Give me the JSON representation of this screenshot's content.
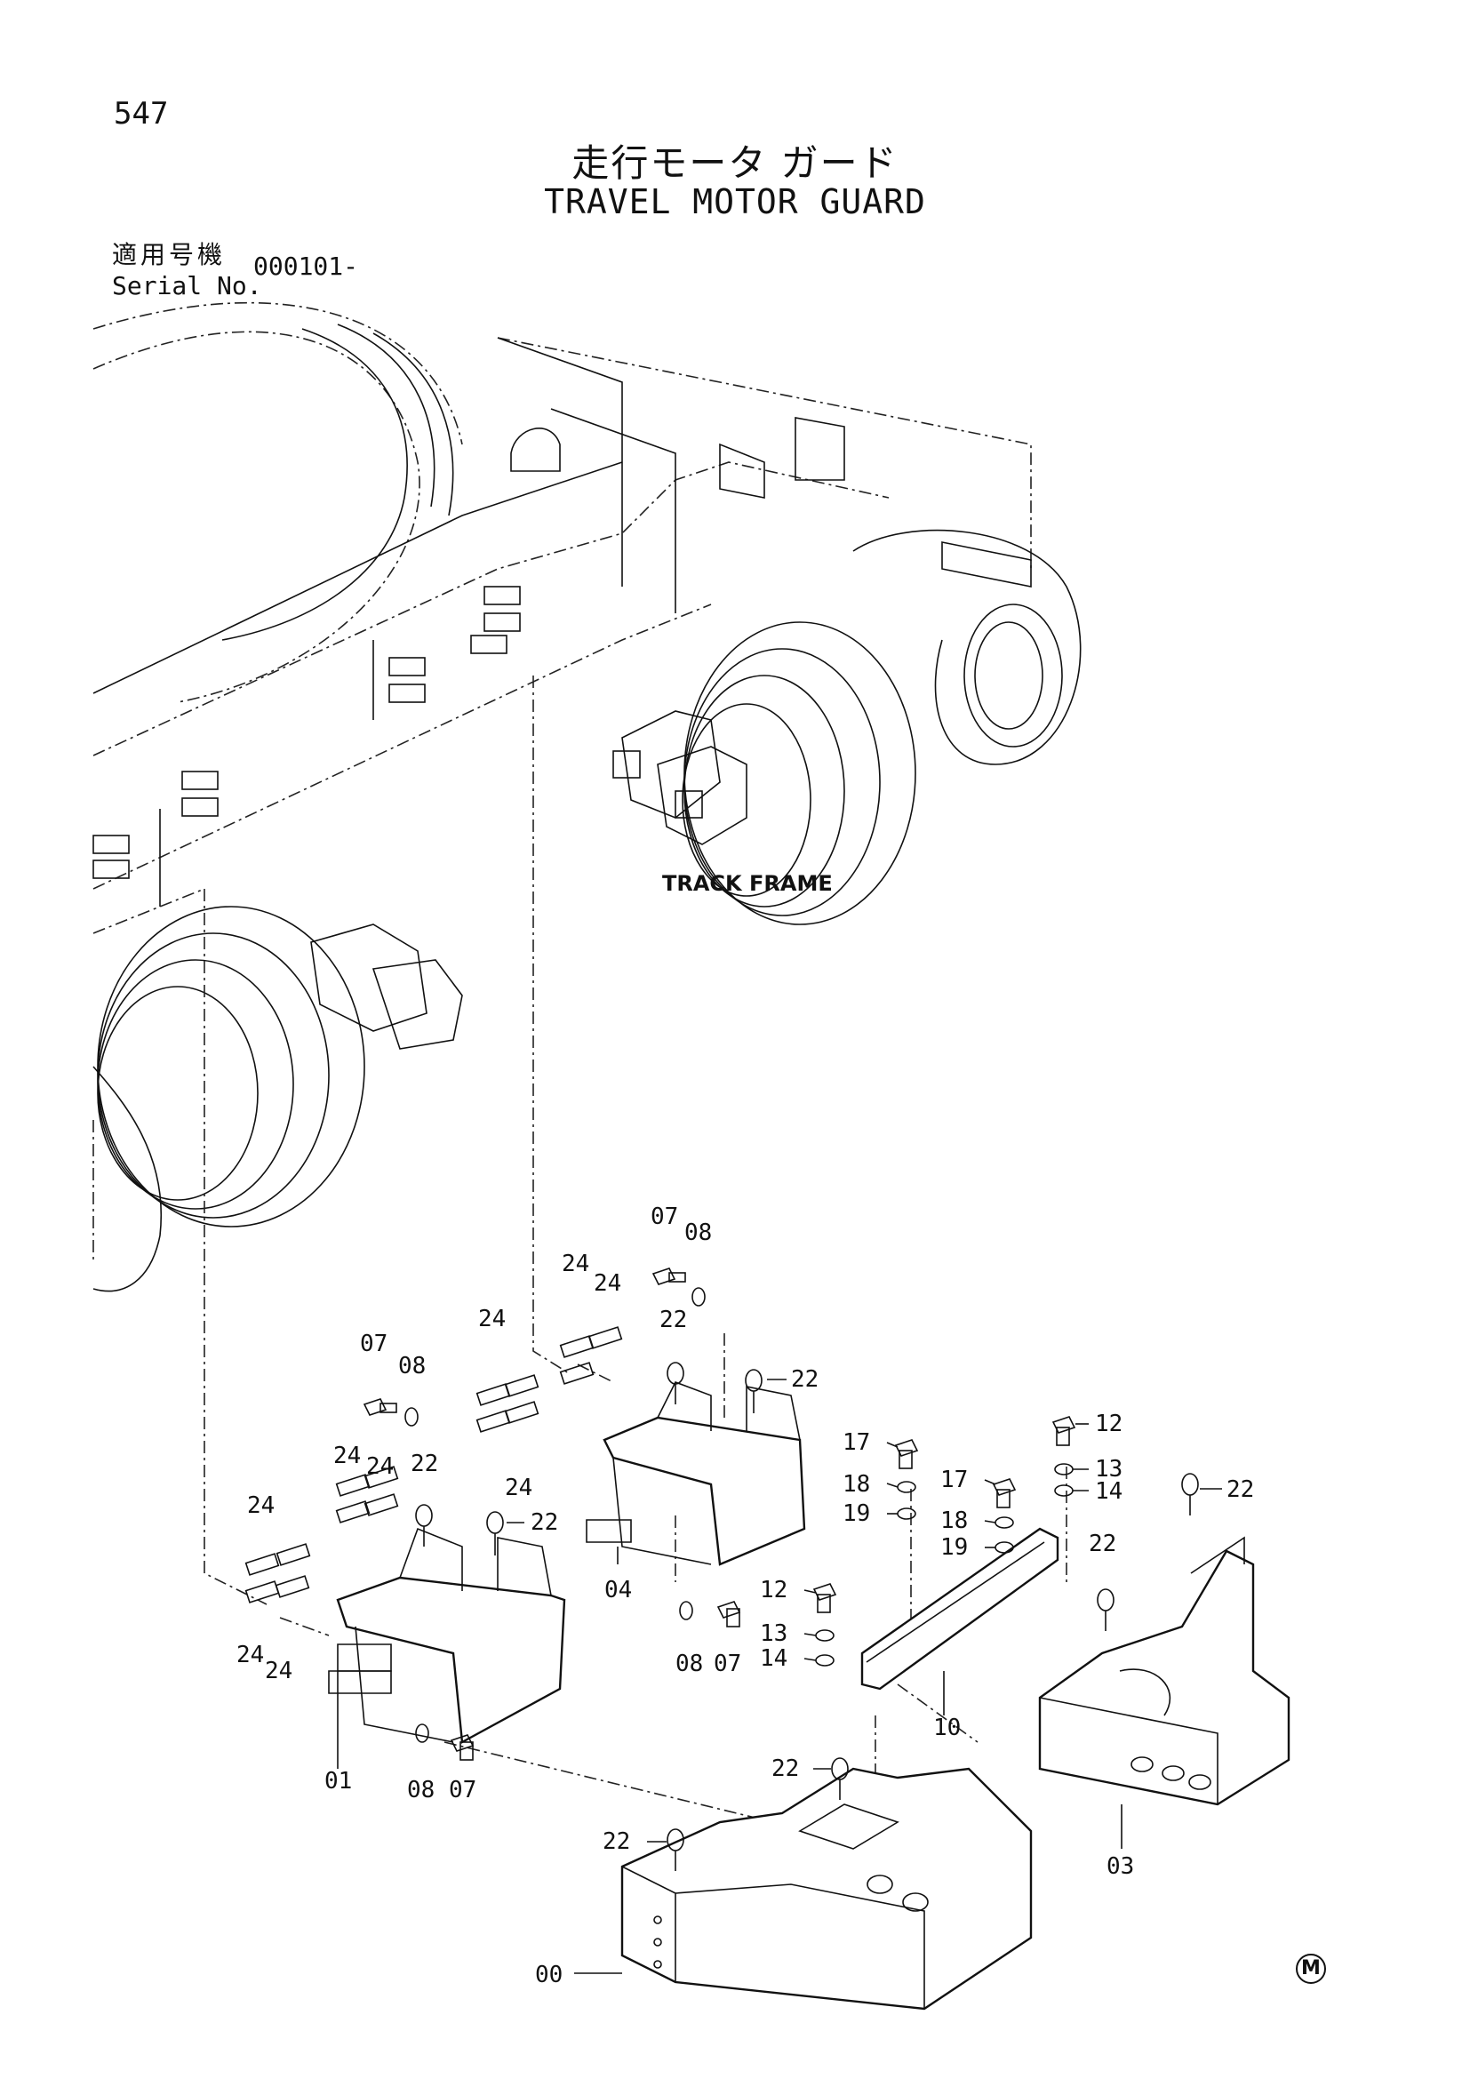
{
  "header": {
    "page_number": "547",
    "title_ja": "走行モータ ガード",
    "title_en": "TRAVEL MOTOR GUARD",
    "serial_label_ja": "適用号機",
    "serial_label_en": "Serial No.",
    "serial_value": "000101-"
  },
  "diagram": {
    "assembly_label": "TRACK FRAME",
    "callouts": [
      "00",
      "01",
      "03",
      "04",
      "07",
      "08",
      "10",
      "12",
      "13",
      "14",
      "17",
      "18",
      "19",
      "22",
      "24"
    ]
  },
  "footer": {
    "mark": "M"
  }
}
